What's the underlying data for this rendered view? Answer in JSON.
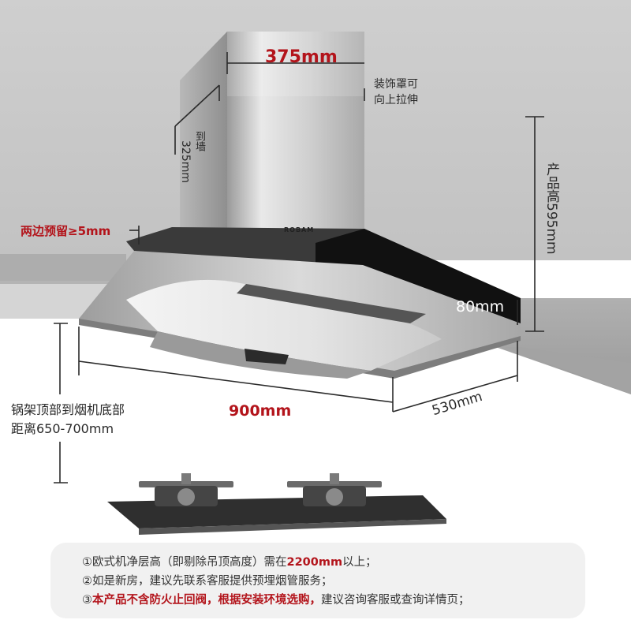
{
  "dimensions": {
    "top_width": "375mm",
    "decor_cover": [
      "装饰罩可",
      "向上拉伸"
    ],
    "to_wall_label": "到墙",
    "to_wall_value": "325mm",
    "side_gap": "两边预留≥5mm",
    "product_height": "产品高595mm",
    "panel_height": "80mm",
    "width": "900mm",
    "depth": "530mm",
    "stove_distance": [
      "锅架顶部到烟机底部",
      "距离650-700mm"
    ]
  },
  "brand": "ROBAM",
  "notes": [
    {
      "num": "①",
      "pre": "欧式机净层高（即剔除吊顶高度）需在",
      "em": "2200mm",
      "post": "以上；"
    },
    {
      "num": "②",
      "pre": "如是新房，建议先联系客服提供预埋烟管服务；",
      "em": "",
      "post": ""
    },
    {
      "num": "③",
      "pre": "",
      "em": "本产品不含防火止回阀，根据安装环境选购，",
      "post": "建议咨询客服或查询详情页；"
    }
  ]
}
